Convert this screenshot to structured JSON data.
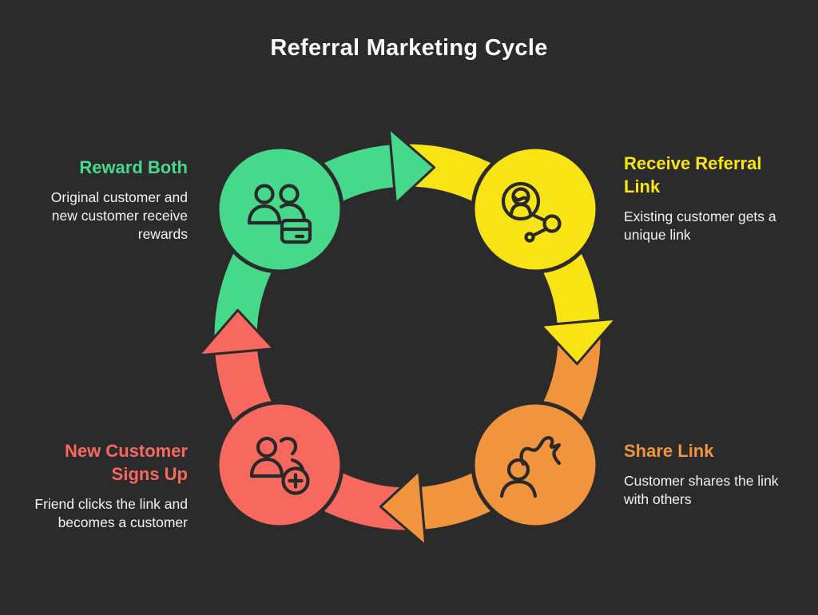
{
  "title": "Referral Marketing Cycle",
  "colors": {
    "green": "#46d98b",
    "yellow": "#f8e414",
    "orange": "#f0953d",
    "red": "#f7685f",
    "background": "#2b2b2b",
    "text": "#f2f2f2"
  },
  "steps": [
    {
      "heading": "Reward Both",
      "description": "Original customer and new customer receive rewards",
      "color": "#46d98b",
      "icon": "users-card-icon",
      "position": "top-left"
    },
    {
      "heading": "Receive Referral Link",
      "description": "Existing customer gets a unique link",
      "color": "#f8e414",
      "icon": "user-network-icon",
      "position": "top-right"
    },
    {
      "heading": "Share Link",
      "description": "Customer shares the link with others",
      "color": "#f0953d",
      "icon": "user-share-arrow-icon",
      "position": "bottom-right"
    },
    {
      "heading": "New Customer Signs Up",
      "description": "Friend clicks the link and becomes a customer",
      "color": "#f7685f",
      "icon": "user-add-icon",
      "position": "bottom-left"
    }
  ]
}
